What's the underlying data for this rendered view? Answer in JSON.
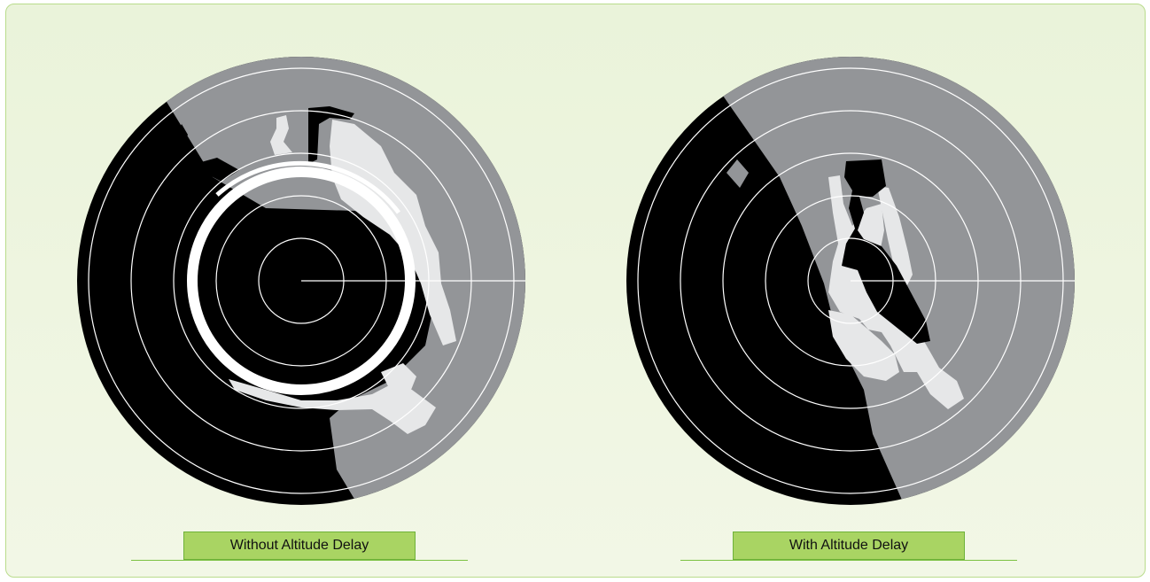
{
  "figure": {
    "left_caption": "Without Altitude Delay",
    "right_caption": "With Altitude Delay"
  },
  "colors": {
    "panel_background": "#eaf3da",
    "panel_border": "#b9dc8c",
    "caption_fill": "#a9d463",
    "radar_black": "#000000",
    "terrain_gray": "#939598",
    "weather_light": "#e6e7e8",
    "range_ring": "#ffffff"
  },
  "radars": [
    {
      "id": "without-altitude-delay",
      "range_rings": 5,
      "altitude_ring_visible": true
    },
    {
      "id": "with-altitude-delay",
      "range_rings": 5,
      "altitude_ring_visible": false
    }
  ]
}
